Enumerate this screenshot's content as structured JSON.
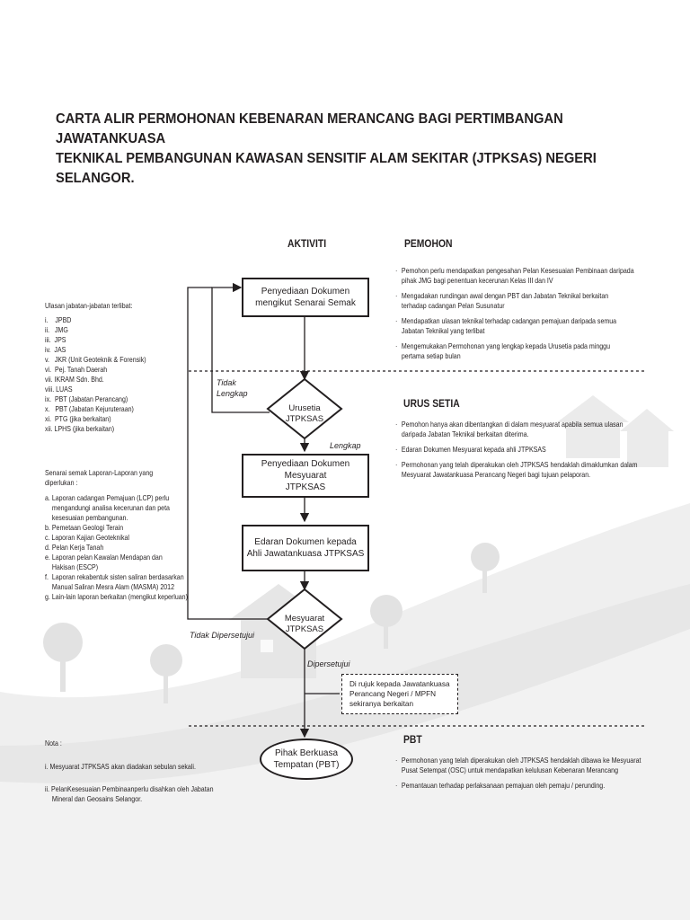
{
  "title": {
    "line1": "CARTA ALIR PERMOHONAN KEBENARAN MERANCANG BAGI PERTIMBANGAN JAWATANKUASA",
    "line2": "TEKNIKAL PEMBANGUNAN KAWASAN SENSITIF ALAM SEKITAR (JTPKSAS) NEGERI SELANGOR."
  },
  "columns": {
    "aktiviti": "AKTIVITI",
    "pemohon": "PEMOHON"
  },
  "flow": {
    "box1_line1": "Penyediaan Dokumen",
    "box1_line2": "mengikut Senarai Semak",
    "decision1_line1": "Urusetia",
    "decision1_line2": "JTPKSAS",
    "label_tidak1": "Tidak",
    "label_lengkap1": "Lengkap",
    "label_lengkap2": "Lengkap",
    "box2_line1": "Penyediaan Dokumen Mesyuarat",
    "box2_line2": "JTPKSAS",
    "box3_line1": "Edaran Dokumen kepada",
    "box3_line2": "Ahli Jawatankuasa JTPKSAS",
    "decision2_line1": "Mesyuarat",
    "decision2_line2": "JTPKSAS",
    "label_tidak_dipersetujui": "Tidak Dipersetujui",
    "label_dipersetujui": "Dipersetujui",
    "note_line1": "Di rujuk kepada Jawatankuasa",
    "note_line2": "Perancang Negeri / MPFN",
    "note_line3": "sekiranya berkaitan",
    "oval_line1": "Pihak Berkuasa",
    "oval_line2": "Tempatan (PBT)"
  },
  "pemohon": {
    "items": [
      "Pemohon perlu mendapatkan pengesahan Pelan Kesesuaian Pembinaan daripada pihak JMG bagi penentuan kecerunan Kelas III dan IV",
      "Mengadakan rundingan awal dengan PBT dan Jabatan Teknikal berkaitan terhadap cadangan Pelan Susunatur",
      "Mendapatkan ulasan teknikal terhadap cadangan pemajuan daripada semua Jabatan Teknikal yang terlibat",
      "Mengemukakan Permohonan yang lengkap kepada Urusetia pada minggu pertama setiap bulan"
    ]
  },
  "urus_setia": {
    "heading": "URUS SETIA",
    "items": [
      "Pemohon hanya akan dibentangkan di dalam mesyuarat apabila semua ulasan daripada Jabatan Teknikal berkaitan diterima.",
      "Edaran Dokumen Mesyuarat kepada ahli JTPKSAS",
      "Permohonan yang telah diperakukan oleh JTPKSAS hendaklah dimaklumkan dalam Mesyuarat Jawatankuasa Perancang Negeri bagi tujuan pelaporan."
    ]
  },
  "pbt": {
    "heading": "PBT",
    "items": [
      "Permohonan yang telah diperakukan oleh JTPKSAS hendaklah dibawa ke Mesyuarat Pusat Setempat (OSC) untuk mendapatkan kelulusan Kebenaran Merancang",
      "Pemantauan terhadap perlaksanaan pemajuan oleh pemaju / perunding."
    ]
  },
  "left": {
    "ulasan_heading": "Ulasan jabatan-jabatan terlibat:",
    "ulasan_items": [
      "i.    JPBD",
      "ii.   JMG",
      "iii.  JPS",
      "iv.  JAS",
      "v.   JKR (Unit Geoteknik & Forensik)",
      "vi.  Pej. Tanah Daerah",
      "vii. IKRAM Sdn. Bhd.",
      "viii. LUAS",
      "ix.  PBT (Jabatan Perancang)",
      "x.   PBT (Jabatan Kejuruteraan)",
      "xi.  PTG (jika berkaitan)",
      "xii. LPHS (jika berkaitan)"
    ],
    "senarai_heading_line1": "Senarai semak Laporan-Laporan yang",
    "senarai_heading_line2": "diperlukan :",
    "senarai_items": [
      "a. Laporan cadangan Pemajuan (LCP) perlu",
      "    mengandungi analisa kecerunan dan peta",
      "    kesesuaian pembangunan.",
      "b. Pemetaan Geologi Terain",
      "c. Laporan Kajian Geoteknikal",
      "d. Pelan Kerja Tanah",
      "e. Laporan pelan Kawalan Mendapan dan",
      "    Hakisan (ESCP)",
      "f.  Laporan rekabentuk sisten saliran berdasarkan",
      "    Manual Saliran Mesra Alam (MASMA) 2012",
      "g. Lain-lain laporan berkaitan (mengikut keperluan)"
    ],
    "nota_heading": "Nota :",
    "nota_i": "i.  Mesyuarat JTPKSAS akan diadakan sebulan sekali.",
    "nota_ii_line1": "ii. PelanKesesuaian Pembinaanperlu disahkan oleh Jabatan",
    "nota_ii_line2": "    Mineral dan Geosains Selangor."
  }
}
